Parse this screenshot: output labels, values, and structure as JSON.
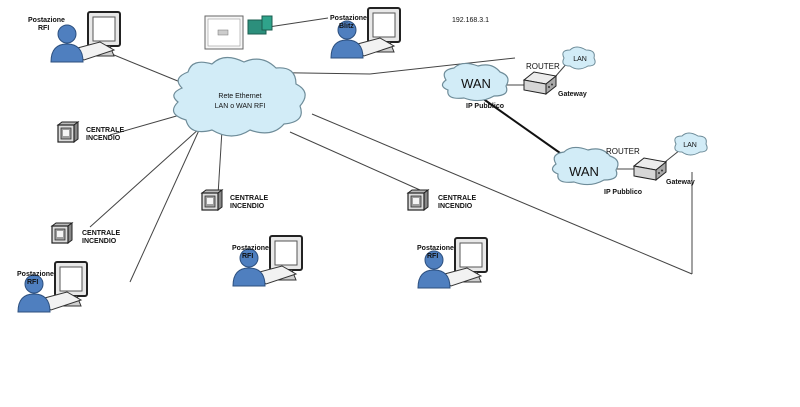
{
  "ip_address": "192.168.3.1",
  "cloud": {
    "line1": "Rete Ethernet",
    "line2": "LAN o WAN RFI"
  },
  "workstations": [
    {
      "line1": "Postazione",
      "line2": "RFI"
    },
    {
      "line1": "Postazione",
      "line2": "Blitz"
    },
    {
      "line1": "Postazione",
      "line2": "RFI"
    },
    {
      "line1": "Postazione",
      "line2": "RFI"
    },
    {
      "line1": "Postazione",
      "line2": "RFI"
    }
  ],
  "centrali": [
    {
      "line1": "CENTRALE",
      "line2": "INCENDIO"
    },
    {
      "line1": "CENTRALE",
      "line2": "INCENDIO"
    },
    {
      "line1": "CENTRALE",
      "line2": "INCENDIO"
    },
    {
      "line1": "CENTRALE",
      "line2": "INCENDIO"
    }
  ],
  "sites": [
    {
      "wan": "WAN",
      "lan": "LAN",
      "router": "ROUTER",
      "ip": "IP Pubblico",
      "gateway": "Gateway"
    },
    {
      "wan": "WAN",
      "lan": "LAN",
      "router": "ROUTER",
      "ip": "IP Pubblico",
      "gateway": "Gateway"
    }
  ],
  "colors": {
    "cloud_fill": "#d2ecf7",
    "cloud_stroke": "#6e8c99",
    "person": "#4f7fbf",
    "monitor": "#333333",
    "line": "#444444"
  }
}
